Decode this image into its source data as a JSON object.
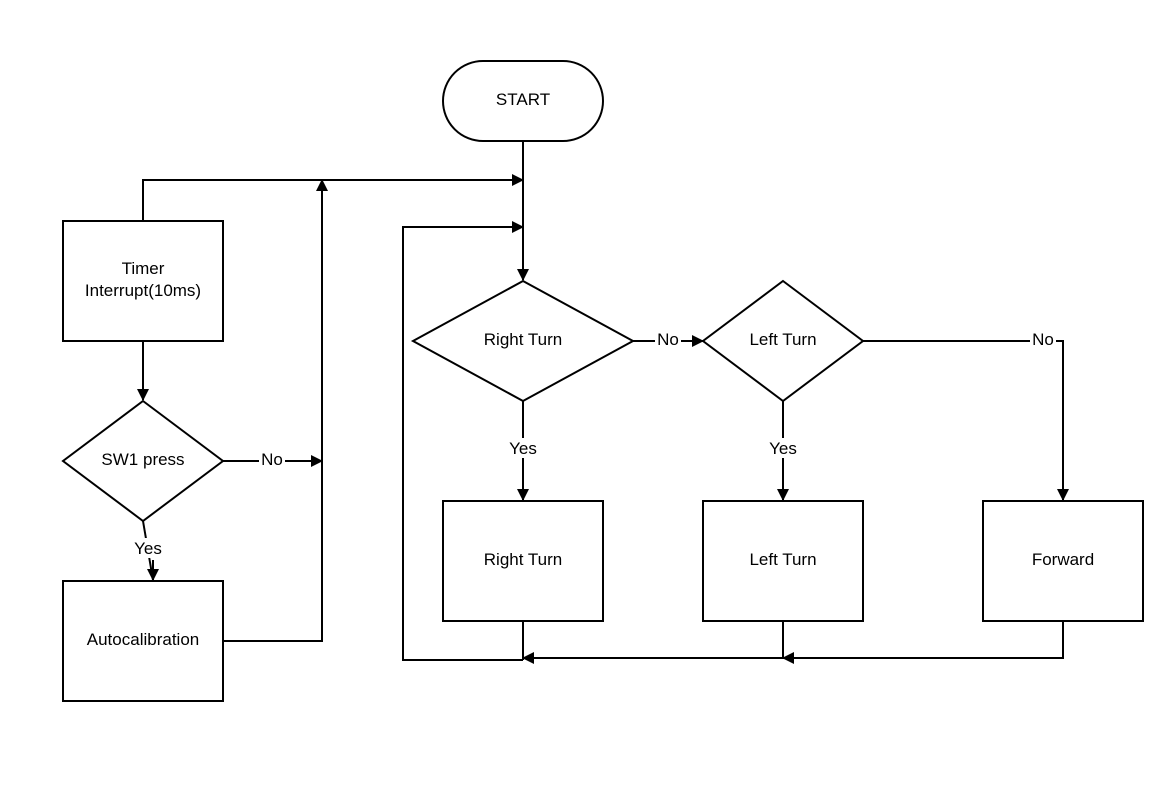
{
  "nodes": {
    "start": "START",
    "timer_line1": "Timer",
    "timer_line2": "Interrupt(10ms)",
    "sw1": "SW1 press",
    "autocal": "Autocalibration",
    "right_decision": "Right Turn",
    "left_decision": "Left Turn",
    "right_action": "Right Turn",
    "left_action": "Left Turn",
    "forward_action": "Forward"
  },
  "edge_labels": {
    "sw1_no": "No",
    "sw1_yes": "Yes",
    "right_no": "No",
    "right_yes": "Yes",
    "left_no": "No",
    "left_yes": "Yes"
  }
}
